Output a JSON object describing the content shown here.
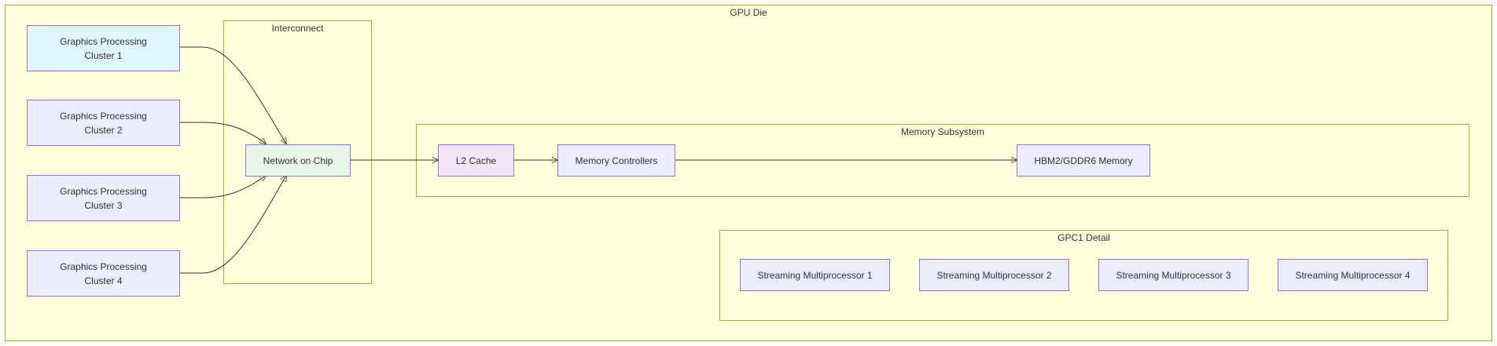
{
  "colors": {
    "cluster_fill": "#ffffde",
    "cluster_border": "#aaaa33",
    "node_fill": "#ececff",
    "node_border": "#9370db",
    "gpc1_fill": "#e1f5fe",
    "noc_fill": "#e8f5e9",
    "l2_fill": "#f3e5f5",
    "edge": "#333333"
  },
  "clusters": {
    "gpu_die": "GPU Die",
    "interconnect": "Interconnect",
    "memory_subsystem": "Memory Subsystem",
    "gpc1_detail": "GPC1 Detail"
  },
  "nodes": {
    "gpc1": "Graphics Processing\nCluster 1",
    "gpc2": "Graphics Processing\nCluster 2",
    "gpc3": "Graphics Processing\nCluster 3",
    "gpc4": "Graphics Processing\nCluster 4",
    "noc": "Network on Chip",
    "l2": "L2 Cache",
    "mc": "Memory Controllers",
    "hbm": "HBM2/GDDR6 Memory",
    "sm1": "Streaming Multiprocessor 1",
    "sm2": "Streaming Multiprocessor 2",
    "sm3": "Streaming Multiprocessor 3",
    "sm4": "Streaming Multiprocessor 4"
  },
  "edges": [
    {
      "from": "gpc1",
      "to": "noc"
    },
    {
      "from": "gpc2",
      "to": "noc"
    },
    {
      "from": "gpc3",
      "to": "noc"
    },
    {
      "from": "gpc4",
      "to": "noc"
    },
    {
      "from": "noc",
      "to": "l2"
    },
    {
      "from": "l2",
      "to": "mc"
    },
    {
      "from": "mc",
      "to": "hbm"
    }
  ]
}
